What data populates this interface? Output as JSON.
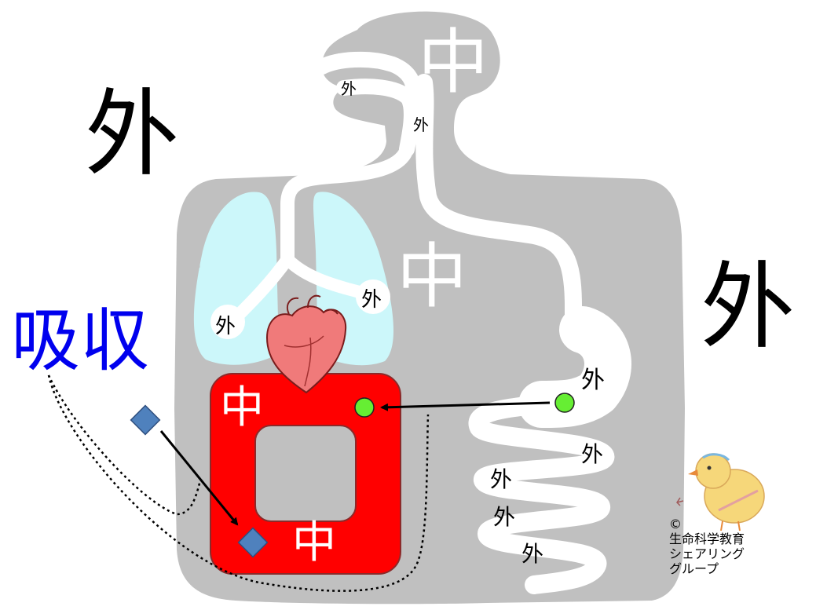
{
  "labels": {
    "outside_big_left": "外",
    "outside_big_right": "外",
    "inside_head": "中",
    "inside_torso": "中",
    "inside_blood_top": "中",
    "inside_blood_bottom": "中",
    "absorption": "吸収",
    "outside_nose": "外",
    "outside_throat": "外",
    "outside_lung_left": "外",
    "outside_lung_right": "外",
    "outside_stomach": "外",
    "outside_intestine_1": "外",
    "outside_intestine_2": "外",
    "outside_intestine_3": "外",
    "outside_intestine_4": "外"
  },
  "copyright": {
    "symbol": "©",
    "line1": "生命科学教育",
    "line2": "シェアリング",
    "line3": "グループ"
  },
  "colors": {
    "body": "#c0c0c0",
    "lung": "#ccf7fa",
    "circulation": "#ff0000",
    "heart": "#f07a7a",
    "nutrient_dot": "#66ee33",
    "diamond": "#4f81bd",
    "absorption_text": "#0000ee"
  }
}
